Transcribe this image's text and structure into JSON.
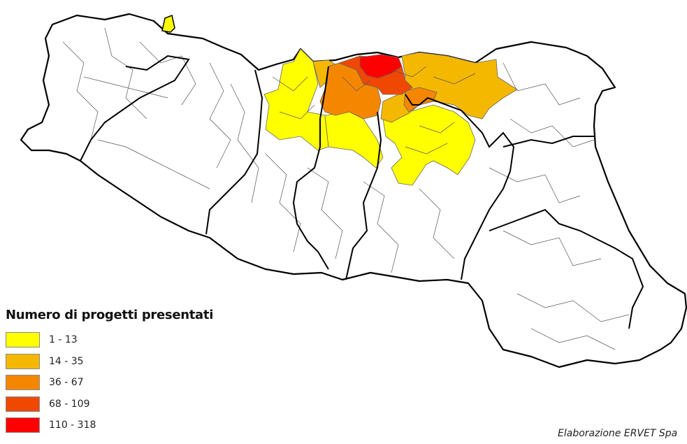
{
  "legend": {
    "title": "Numero di progetti presentati",
    "classes": [
      {
        "label": "1 - 13",
        "color": "#ffff00"
      },
      {
        "label": "14 - 35",
        "color": "#f5b800"
      },
      {
        "label": "36 - 67",
        "color": "#f58700"
      },
      {
        "label": "68 - 109",
        "color": "#f04800"
      },
      {
        "label": "110 - 318",
        "color": "#ff0000"
      }
    ]
  },
  "credit": "Elaborazione ERVET Spa",
  "colors": {
    "boundary_major": "#000000",
    "boundary_minor": "#555555",
    "land": "#ffffff"
  }
}
